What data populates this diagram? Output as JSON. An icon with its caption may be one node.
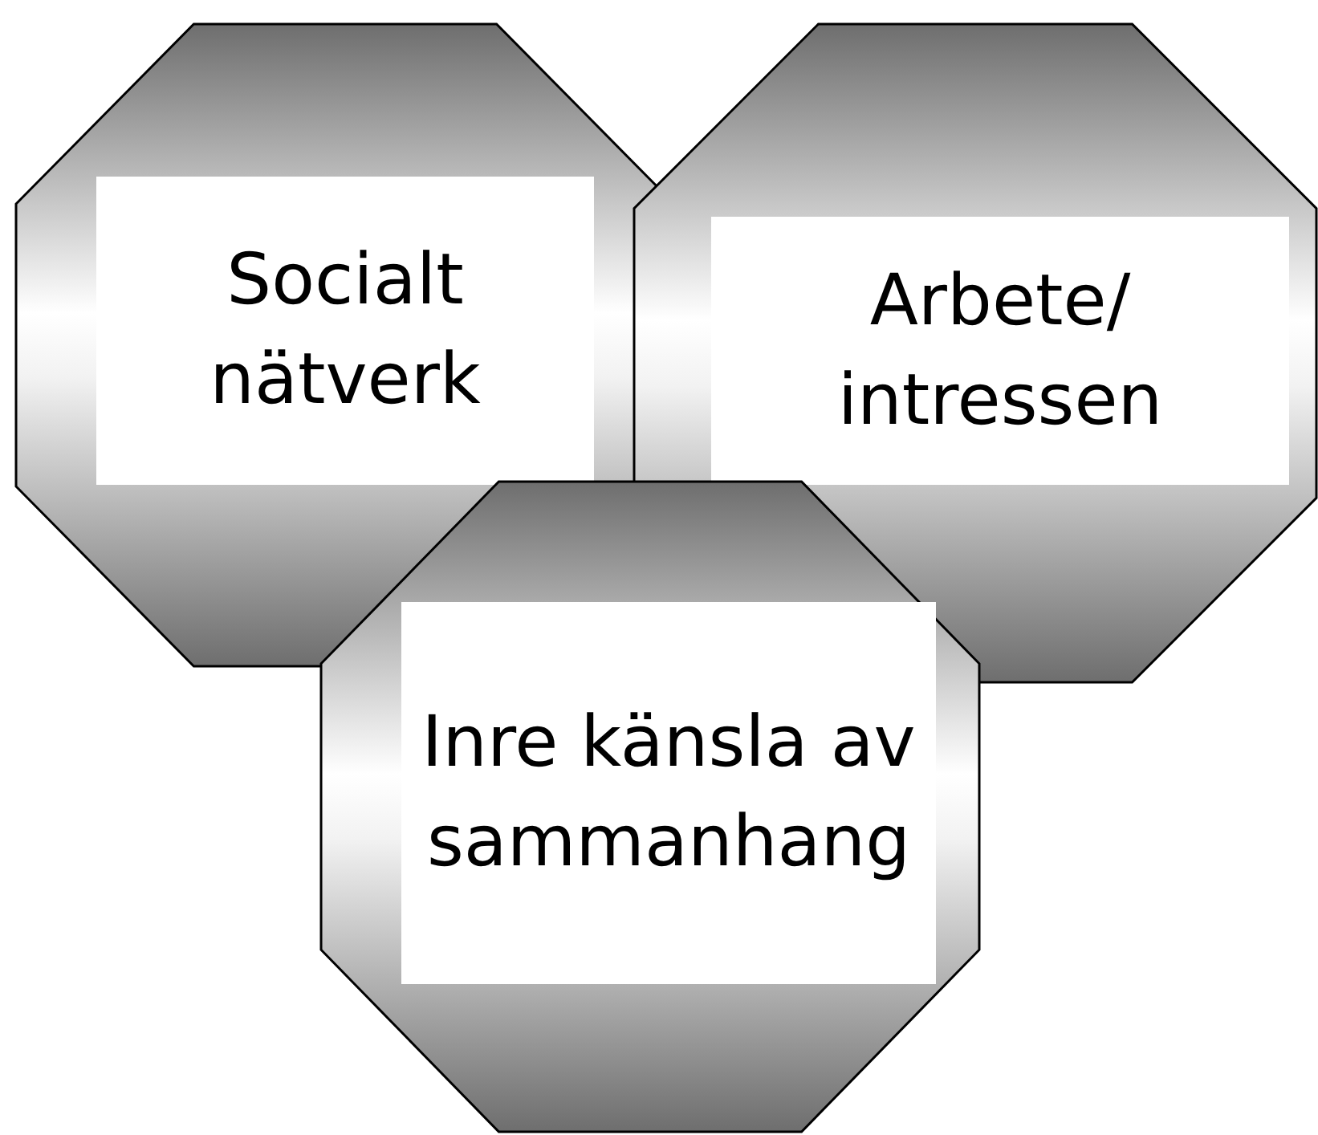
{
  "diagram": {
    "nodes": [
      {
        "text": [
          "Socialt nätverk"
        ]
      },
      {
        "text": [
          "Arbete/ intressen"
        ]
      },
      {
        "text": [
          "Inre känsla av sammanhang"
        ]
      }
    ]
  }
}
